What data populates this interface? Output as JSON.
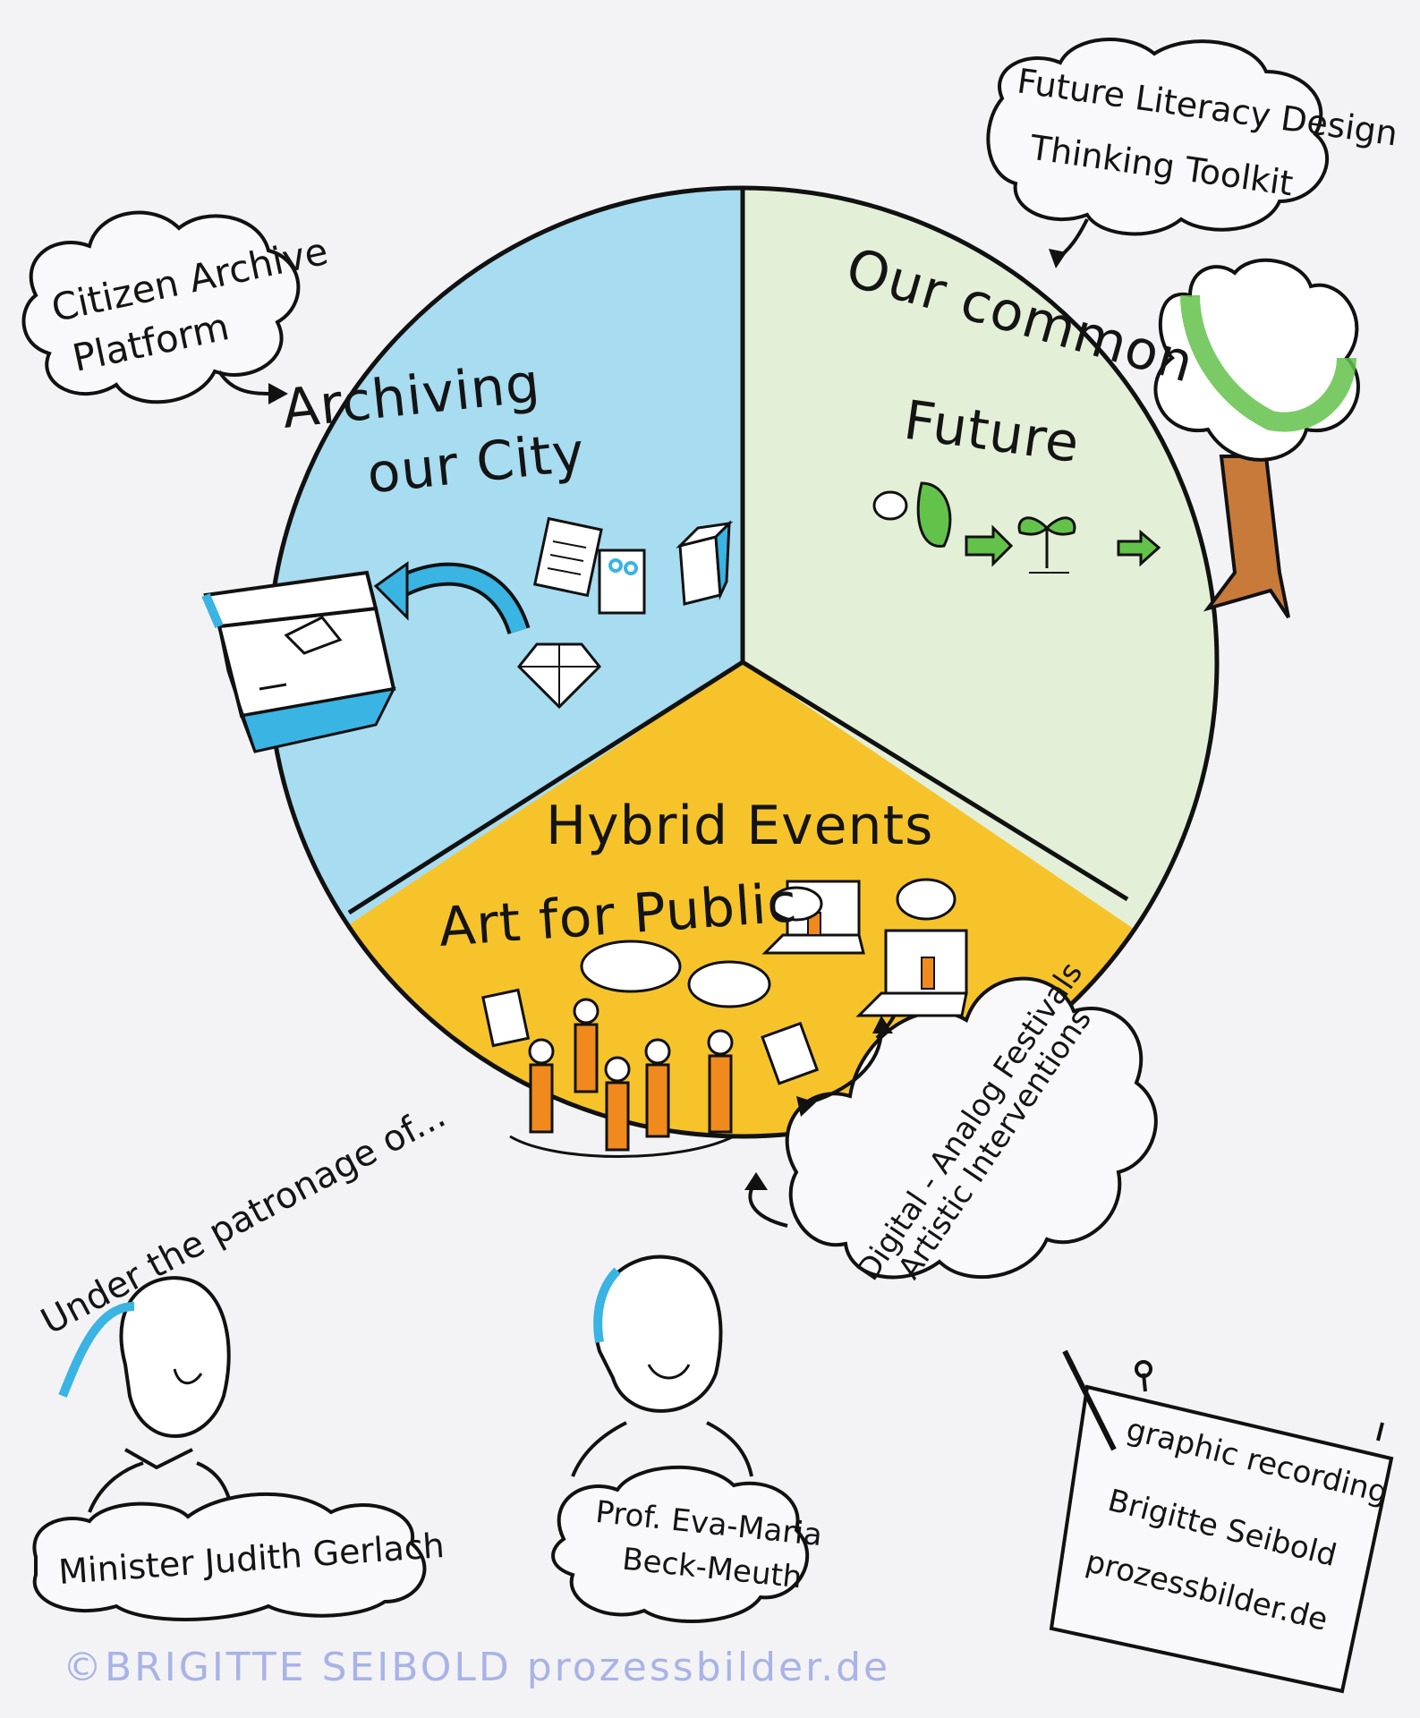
{
  "segments": {
    "archiving": {
      "line1": "Archiving",
      "line2": "our City",
      "color": "#a8dcf0"
    },
    "future": {
      "line1": "Our common",
      "line2": "Future",
      "color": "#e4efd8"
    },
    "events": {
      "line1": "Hybrid Events",
      "line2": "Art for Public",
      "color": "#f6c42a"
    }
  },
  "clouds": {
    "citizen": {
      "line1": "Citizen Archive",
      "line2": "Platform"
    },
    "toolkit": {
      "line1": "Future Literacy Design",
      "line2": "Thinking Toolkit"
    },
    "festivals": {
      "line1": "Digital - Analog Festivals",
      "line2": "Artistic Interventions"
    }
  },
  "patronage": {
    "intro": "Under the patronage of...",
    "person1": "Minister Judith Gerlach",
    "person2_line1": "Prof. Eva-Maria",
    "person2_line2": "Beck-Meuth"
  },
  "credit": {
    "line1": "graphic recording",
    "line2": "Brigitte Seibold",
    "line3": "prozessbilder.de"
  },
  "watermark": "©BRIGITTE SEIBOLD   prozessbilder.de",
  "colors": {
    "blue": "#39b4e3",
    "green": "#63c24a",
    "orange": "#f08a1c",
    "skin": "#ffffff"
  }
}
